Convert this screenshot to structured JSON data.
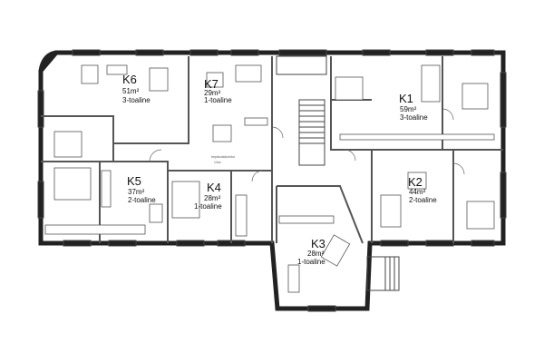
{
  "apartments": [
    {
      "id": "K6",
      "area": "51m²",
      "rooms": "3-toaline"
    },
    {
      "id": "K7",
      "area": "29m²",
      "rooms": "1-toaline"
    },
    {
      "id": "K1",
      "area": "59m²",
      "rooms": "3-toaline"
    },
    {
      "id": "K5",
      "area": "37m²",
      "rooms": "2-toaline"
    },
    {
      "id": "K4",
      "area": "28m²",
      "rooms": "1-toaline"
    },
    {
      "id": "K2",
      "area": "44m²",
      "rooms": "2-toaline"
    },
    {
      "id": "K3",
      "area": "28m²",
      "rooms": "1-toaline"
    }
  ],
  "corridor": {
    "label": "trepikoda/koridor",
    "area": "14m²"
  }
}
